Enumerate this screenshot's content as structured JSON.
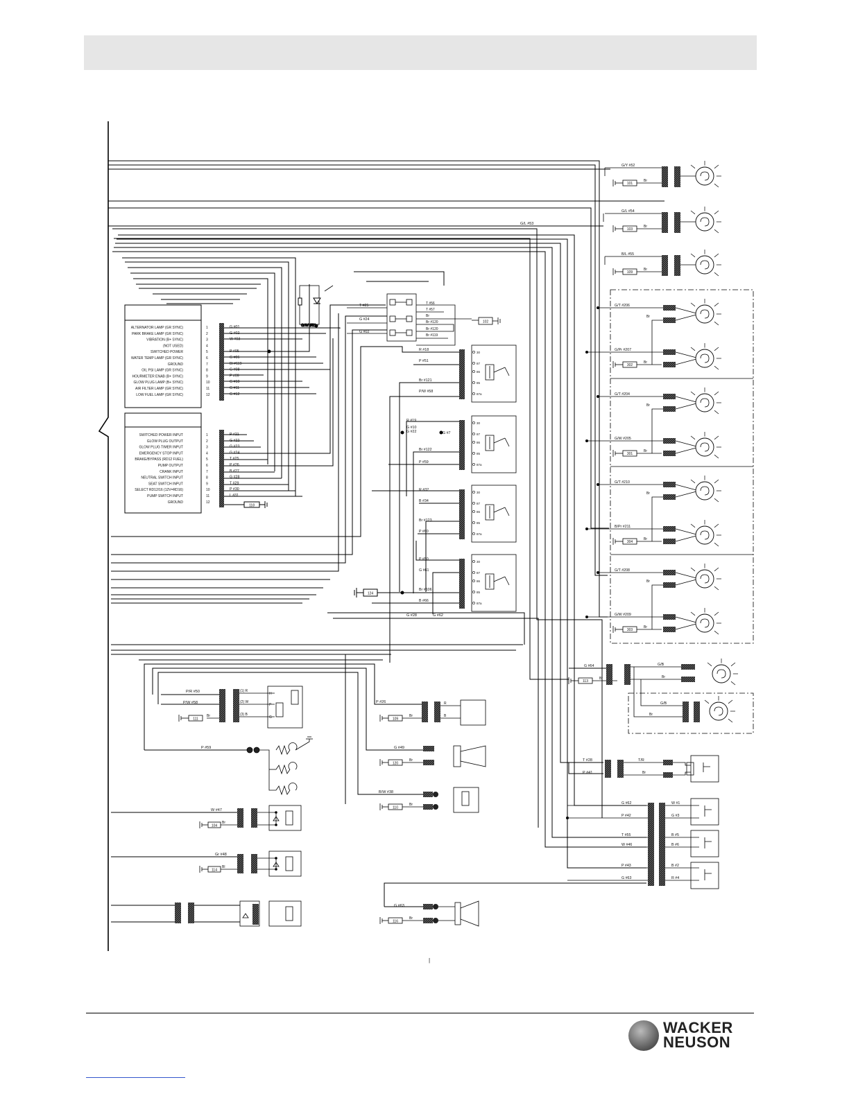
{
  "ecu_block_1": {
    "labels": [
      "ALTERNATOR LAMP (GR SYNC)",
      "PARK BRAKE LAMP (GR SYNC)",
      "VIBRATION (B+ SYNC)",
      "(NOT USED)",
      "SWITCHED POWER",
      "WATER TEMP LAMP (GR SYNC)",
      "GROUND",
      "OIL PSI LAMP (GR SYNC)",
      "HOURMETER ENAB (B+ SYNC)",
      "GLOW PLUG LAMP (B+ SYNC)",
      "AIR FILTER LAMP (GR SYNC)",
      "LOW FUEL LAMP (GR SYNC)"
    ],
    "pins": [
      "1",
      "2",
      "3",
      "4",
      "5",
      "6",
      "7",
      "8",
      "9",
      "10",
      "11",
      "12"
    ],
    "wires": [
      "G #01",
      "G #02",
      "W #03",
      "",
      "P #05",
      "G #06",
      "Bl #119",
      "G #08",
      "P #09",
      "G #10",
      "G #11",
      "G #12"
    ]
  },
  "ecu_block_2": {
    "labels": [
      "SWITCHED POWER INPUT",
      "GLOW PLUG OUTPUT",
      "GLOW PLUG TIMER INPUT",
      "EMERGENCY STOP INPUT",
      "BRAKE/BYPASS (RD12 FUEL)",
      "PUMP OUTPUT",
      "CRANK INPUT",
      "NEUTRAL SWITCH INPUT",
      "SEAT SWITCH INPUT",
      "SELECT RD12/16 (12V=RD16)",
      "PUMP SWITCH INPUT",
      "GROUND"
    ],
    "pins": [
      "1",
      "2",
      "3",
      "4",
      "5",
      "6",
      "7",
      "8",
      "9",
      "10",
      "11",
      "12"
    ],
    "wires": [
      "P #21",
      "G #22",
      "G #23",
      "G #24",
      "T #25",
      "P #26",
      "B #27",
      "G #28",
      "T #29",
      "P #30",
      "L #31",
      ""
    ],
    "ground_ref": "118"
  },
  "switch_block": {
    "left_wires": [
      "T #25",
      "G #24",
      "G #02"
    ],
    "right_wires": [
      "T #56",
      "T #57",
      "Br",
      "Br #120",
      "Br #120",
      "Br #119"
    ],
    "ground_ref": "102",
    "diode_wire": "G/W #51"
  },
  "relays": [
    {
      "wires": [
        "R #18",
        "P #51",
        "Br #121",
        "P/W #58"
      ],
      "pins": [
        "30",
        "87",
        "86",
        "85",
        "87a"
      ]
    },
    {
      "wires": [
        "R #19",
        "G #10",
        "G #22",
        "Br #122",
        "P #59"
      ],
      "pins": [
        "30",
        "87",
        "86",
        "85",
        "87a"
      ],
      "junction": "G #7"
    },
    {
      "wires": [
        "R #32",
        "B #34",
        "Br #123",
        "P #60"
      ],
      "pins": [
        "30",
        "87",
        "86",
        "85",
        "87a"
      ]
    },
    {
      "wires": [
        "P #50",
        "G #61",
        "Br #106",
        "B #66"
      ],
      "pins": [
        "30",
        "87",
        "86",
        "85",
        "87a"
      ]
    }
  ],
  "relay_ground_ref": "124",
  "bottom_wires": [
    "G #28",
    "G #62"
  ],
  "lamps_top": [
    {
      "wire": "G/Y #52",
      "ground_ref": "101",
      "ground_wire": "Br"
    },
    {
      "wire": "G/L #54",
      "ground_ref": "103",
      "ground_wire": "Br",
      "feed": "G/L #53"
    },
    {
      "wire": "B/L #55",
      "ground_ref": "109",
      "ground_wire": "Br"
    }
  ],
  "lamp_groups": [
    {
      "wire_a": "G/T #206",
      "wire_b": "G/Pr #207",
      "ground_ref": "302",
      "ground_wire": "Br"
    },
    {
      "wire_a": "G/T #204",
      "wire_b": "G/W #205",
      "ground_ref": "301",
      "ground_wire": "Br"
    },
    {
      "wire_a": "G/T #210",
      "wire_b": "B/Pr #211",
      "ground_ref": "304",
      "ground_wire": "Br"
    },
    {
      "wire_a": "G/T #208",
      "wire_b": "G/W #209",
      "ground_ref": "303",
      "ground_wire": "Br"
    }
  ],
  "beacon": {
    "wire": "G #64",
    "ground_ref": "113",
    "ground_wire": "Br",
    "out_a": "G/B",
    "out_b": "Br",
    "opt_a": "G/B",
    "opt_b": "Br"
  },
  "pump_relay": {
    "wires": [
      "P/R #50",
      "P/W #58"
    ],
    "ground_ref": "111",
    "ground_wire": "Br",
    "pin_labels": [
      "(1) R",
      "(2) W",
      "(3) B"
    ],
    "right_pins": [
      "H",
      "P",
      "G"
    ]
  },
  "glow_plugs": {
    "wire": "P #59"
  },
  "solenoid_a": {
    "wire": "W #47",
    "ground_ref": "104",
    "ground_wire": "Br"
  },
  "solenoid_b": {
    "wire": "Gr #48",
    "ground_ref": "114",
    "ground_wire": "Bl"
  },
  "starter": {
    "wire": "P #26",
    "ground_ref": "109",
    "ground_wire": "Br",
    "out_a": "R",
    "out_b": "B"
  },
  "horn": {
    "wire": "G #49",
    "ground_ref": "120",
    "ground_wire": "Br"
  },
  "fuel_sol": {
    "wire": "B/W #38",
    "ground_ref": "110",
    "ground_wire": "Br"
  },
  "backup_alarm": {
    "wire": "G #63",
    "ground_ref": "116",
    "ground_wire": "Br"
  },
  "seat_switch": {
    "wires": [
      "T #28",
      "P #41"
    ],
    "out": [
      "T/R",
      "Br"
    ]
  },
  "switch_bank": {
    "left": [
      "G #62",
      "P #42",
      "T #55",
      "W #46",
      "P #43",
      "G #63"
    ],
    "right": [
      "W #1",
      "G #3",
      "B #5",
      "B #6",
      "B #2",
      "R #4"
    ]
  },
  "logo": {
    "line1": "WACKER",
    "line2": "NEUSON"
  },
  "page_mark": "|"
}
